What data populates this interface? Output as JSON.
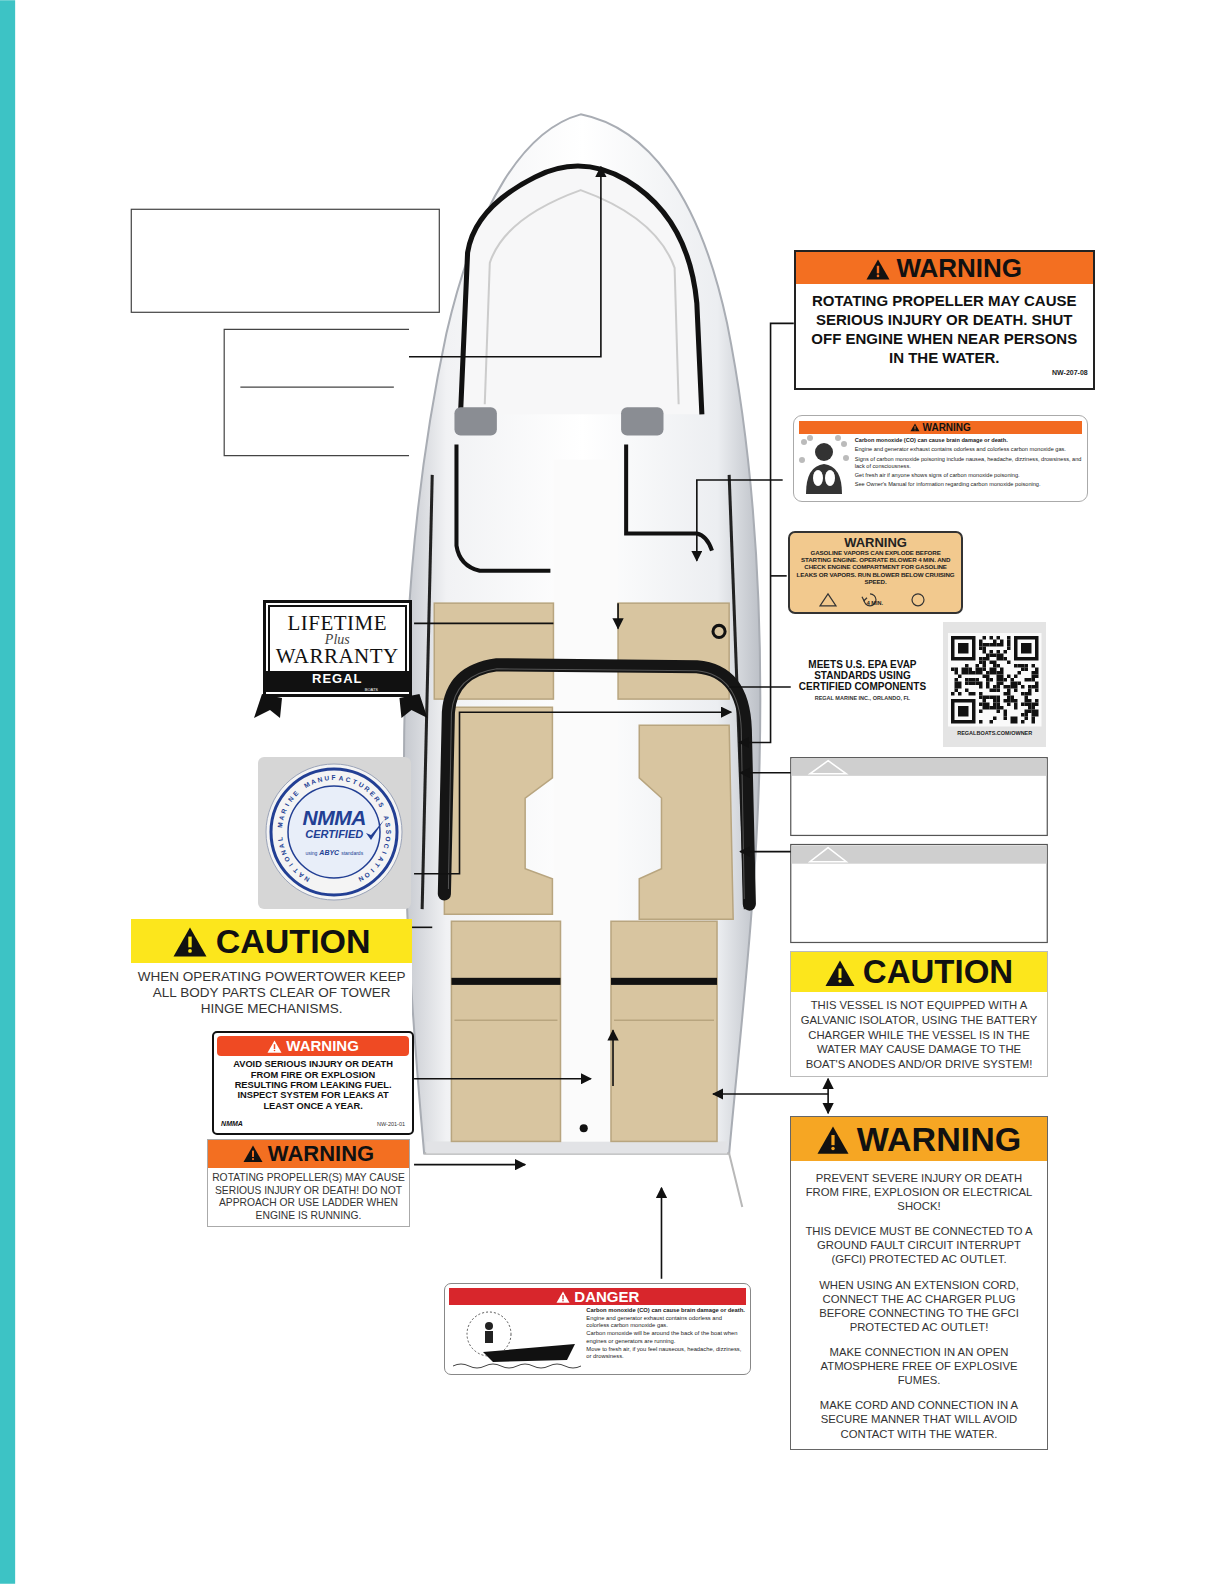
{
  "diagram": {
    "nodes": [
      {
        "text": [
          "WARNING",
          "ROTATING PROPELLER MAY CAUSE SERIOUS INJURY OR DEATH. SHUT OFF ENGINE WHEN NEAR PERSONS IN THE WATER.",
          "NW-207-08"
        ]
      },
      {
        "text": [
          "WARNING",
          "Carbon monoxide (CO) can cause brain damage or death.",
          "Engine and generator exhaust contains odorless and colorless carbon monoxide gas.",
          "Signs of carbon monoxide poisoning include nausea, headache, dizziness, drowsiness, and lack of consciousness.",
          "Get fresh air if anyone shows signs of carbon monoxide poisoning.",
          "See Owner's Manual for information regarding carbon monoxide poisoning."
        ]
      },
      {
        "text": [
          "WARNING",
          "GASOLINE VAPORS CAN EXPLODE BEFORE STARTING ENGINE. OPERATE BLOWER 4 MIN. AND CHECK ENGINE COMPARTMENT FOR GASOLINE LEAKS OR VAPORS. RUN BLOWER BELOW CRUISING SPEED.",
          "4 MIN."
        ]
      },
      {
        "text": [
          "LIFETIME",
          "Plus",
          "WARRANTY",
          "REGAL",
          "BOATS"
        ]
      },
      {
        "text": [
          "REGALBOATS.COM/OWNER"
        ]
      },
      {
        "text": [
          "MEETS U.S. EPA EVAP STANDARDS USING CERTIFIED COMPONENTS",
          "REGAL MARINE INC., ORLANDO, FL"
        ]
      },
      {
        "text": [
          "NATIONAL MARINE MANUFACTURERS ASSOCIATION",
          "NMMA",
          "CERTIFIED",
          "using",
          "ABYC",
          "standards"
        ]
      },
      {
        "text": [
          "CAUTION",
          "WHEN OPERATING POWERTOWER KEEP ALL BODY PARTS CLEAR OF TOWER HINGE MECHANISMS."
        ]
      },
      {
        "text": [
          "CAUTION",
          "THIS VESSEL IS NOT EQUIPPED WITH A GALVANIC ISOLATOR, USING THE BATTERY CHARGER WHILE THE VESSEL IS IN THE WATER MAY CAUSE DAMAGE TO THE BOAT'S ANODES AND/OR DRIVE SYSTEM!"
        ]
      },
      {
        "text": [
          "WARNING",
          "AVOID SERIOUS INJURY OR DEATH FROM FIRE OR EXPLOSION RESULTING FROM LEAKING FUEL. INSPECT SYSTEM FOR LEAKS AT LEAST ONCE A YEAR.",
          "NMMA",
          "NW-201-01"
        ]
      },
      {
        "text": [
          "WARNING",
          "PREVENT SEVERE INJURY OR DEATH FROM FIRE, EXPLOSION OR ELECTRICAL SHOCK!",
          "THIS DEVICE MUST BE CONNECTED TO A GROUND FAULT CIRCUIT INTERRUPT (GFCI) PROTECTED AC OUTLET.",
          "WHEN USING AN EXTENSION CORD, CONNECT THE AC CHARGER PLUG BEFORE CONNECTING TO THE GFCI PROTECTED AC OUTLET!",
          "MAKE CONNECTION IN AN OPEN ATMOSPHERE FREE OF EXPLOSIVE FUMES.",
          "MAKE CORD AND CONNECTION IN A SECURE MANNER THAT WILL AVOID CONTACT WITH THE WATER."
        ]
      },
      {
        "text": [
          "WARNING",
          "ROTATING PROPELLER(S) MAY CAUSE SERIOUS INJURY OR DEATH! DO NOT APPROACH OR USE LADDER WHEN ENGINE IS RUNNING."
        ]
      },
      {
        "text": [
          "DANGER",
          "Carbon monoxide (CO) can cause brain damage or death.",
          "Engine and generator exhaust contains odorless and colorless carbon monoxide gas.",
          "Carbon monoxide will be around the back of the boat when engines or generators are running.",
          "Move to fresh air, if you feel nauseous, headache, dizziness, or drowsiness."
        ]
      }
    ]
  }
}
